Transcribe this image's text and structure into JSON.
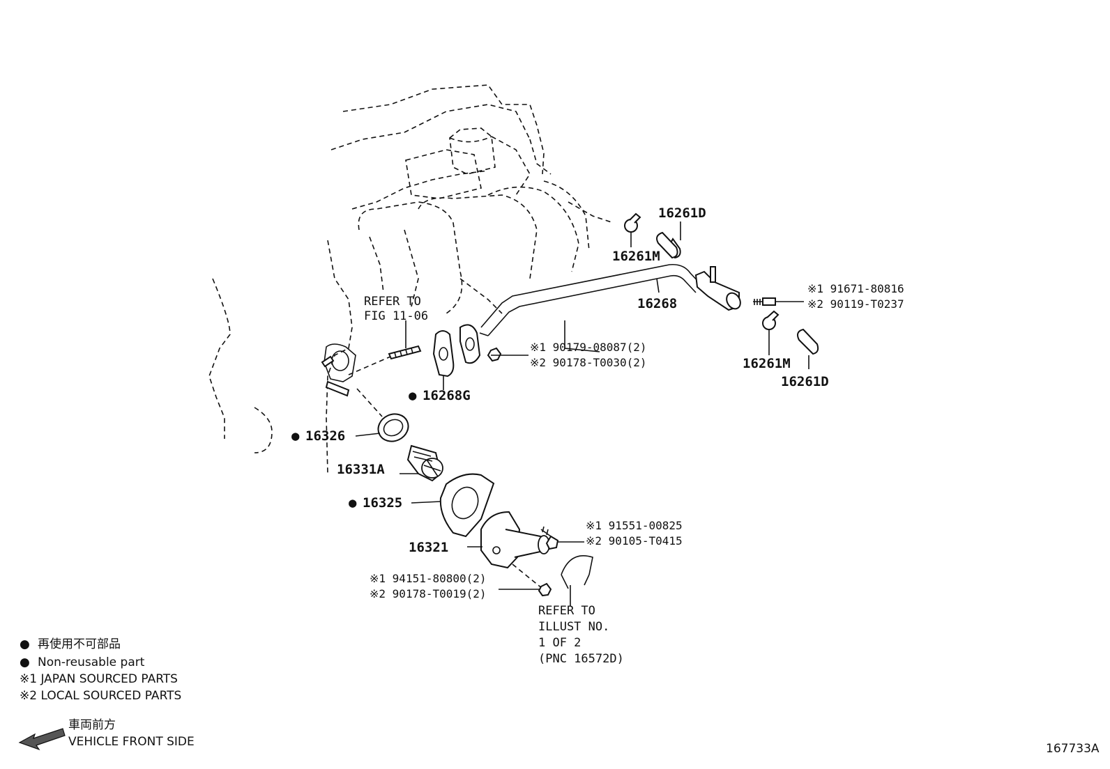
{
  "diagram_id": "167733A",
  "refer_fig": [
    "REFER TO",
    "FIG 11-06"
  ],
  "refer_illust": [
    "REFER TO",
    "ILLUST NO.",
    "1 OF 2",
    "(PNC 16572D)"
  ],
  "callouts": {
    "p16261D_top": "16261D",
    "p16261M_top": "16261M",
    "p16268": "16268",
    "p16261M_right": "16261M",
    "p16261D_right": "16261D",
    "p16268G": "16268G",
    "p16326": "16326",
    "p16331A": "16331A",
    "p16325": "16325",
    "p16321": "16321",
    "bolt_a": [
      "※1 91671-80816",
      "※2 90119-T0237"
    ],
    "nut_a": [
      "※1 90179-08087(2)",
      "※2 90178-T0030(2)"
    ],
    "bolt_b": [
      "※1 91551-00825",
      "※2 90105-T0415"
    ],
    "nut_b": [
      "※1 94151-80800(2)",
      "※2 90178-T0019(2)"
    ]
  },
  "legend": {
    "bullet": "●",
    "line_jp": "再使用不可部品",
    "line_en": "Non-reusable part",
    "japan": "※1 JAPAN SOURCED PARTS",
    "local": "※2 LOCAL SOURCED PARTS",
    "front_jp": "車両前方",
    "front_en": "VEHICLE FRONT SIDE"
  }
}
